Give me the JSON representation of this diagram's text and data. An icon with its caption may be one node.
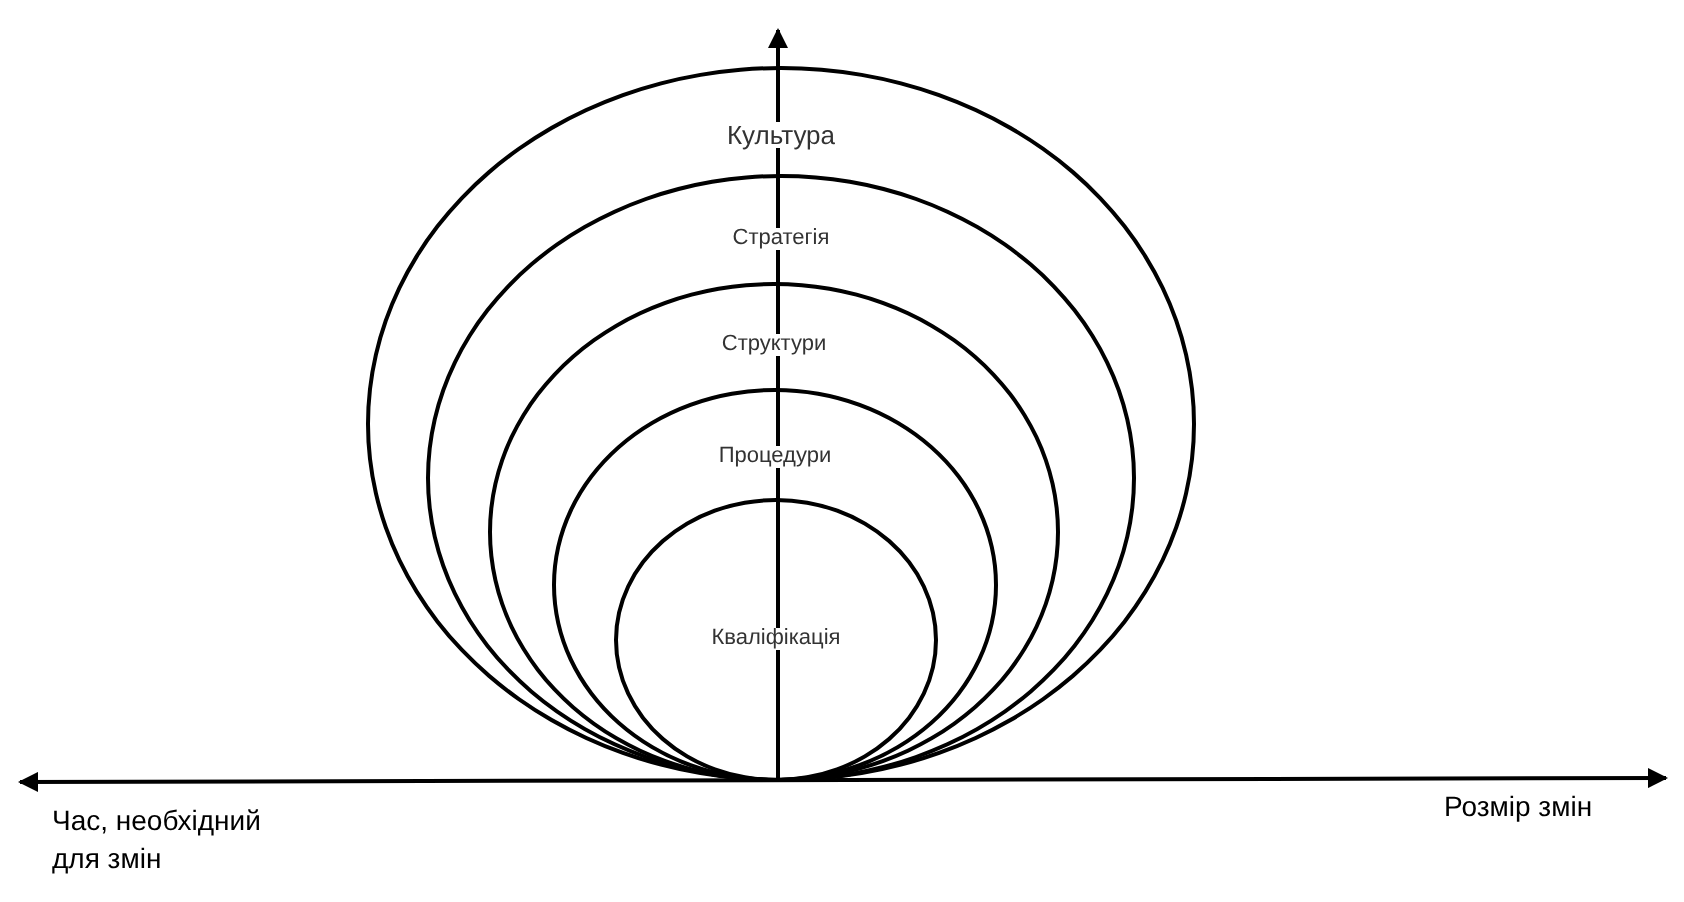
{
  "diagram": {
    "nodes": [
      {
        "text": [
          "Культура"
        ]
      },
      {
        "text": [
          "Стратегія"
        ],
        "in": 0
      },
      {
        "text": [
          "Структури"
        ],
        "in": 1
      },
      {
        "text": [
          "Процедури"
        ],
        "in": 2
      },
      {
        "text": [
          "Кваліфікація"
        ],
        "in": 3
      }
    ],
    "labels": [
      "Час, необхідний для змін",
      "Розмір змін"
    ]
  }
}
